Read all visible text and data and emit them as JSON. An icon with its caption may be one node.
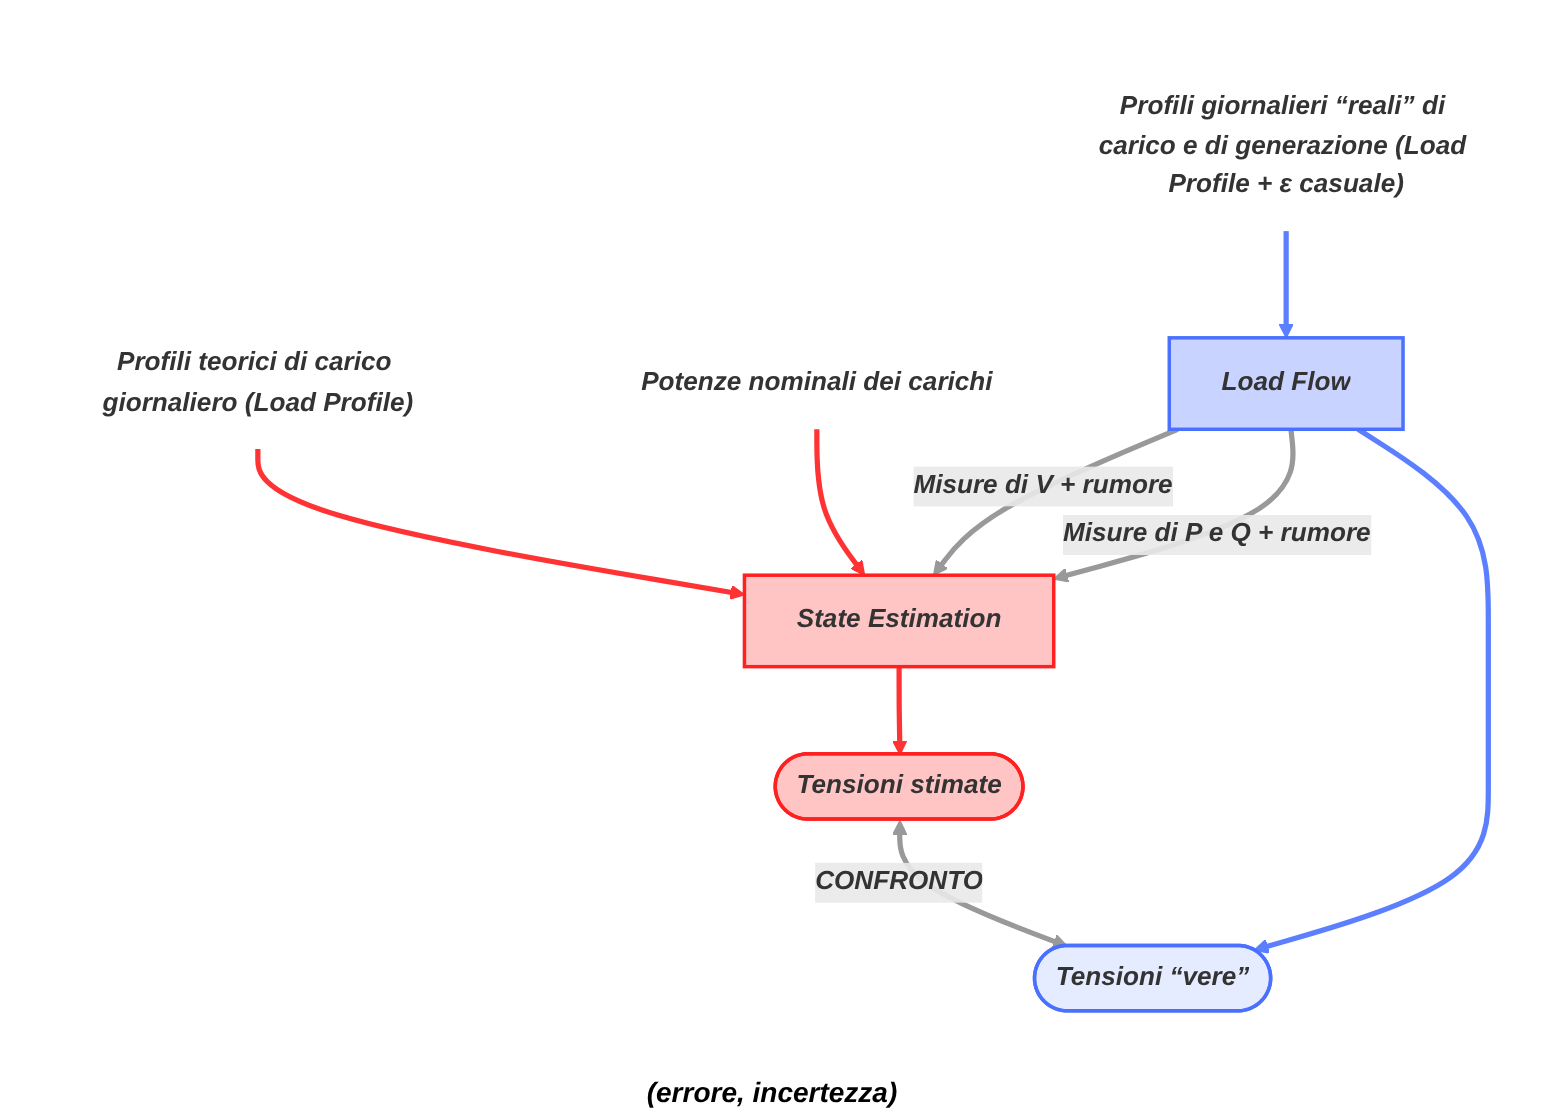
{
  "diagram": {
    "nodes": [
      {
        "text": [
          "Profili teorici di carico giornaliero (Load Profile)"
        ]
      },
      {
        "text": [
          "Potenze nominali dei carichi"
        ]
      },
      {
        "text": [
          "Profili giornalieri “reali” di carico e di generazione (Load Profile + ε casuale)"
        ]
      },
      {
        "text": [
          "State Estimation"
        ]
      },
      {
        "text": [
          "Load Flow"
        ]
      },
      {
        "text": [
          "Tensioni stimate"
        ]
      },
      {
        "text": [
          "Tensioni “vere”"
        ]
      }
    ],
    "edges": [
      {
        "from": 0,
        "to": 3,
        "arrow": "to",
        "color": "#ff3333"
      },
      {
        "from": 1,
        "to": 3,
        "arrow": "to",
        "color": "#ff3333"
      },
      {
        "from": 2,
        "to": 4,
        "arrow": "to",
        "color": "#5b7fff"
      },
      {
        "from": 4,
        "to": 3,
        "arrow": "to",
        "label": "Misure di V + rumore",
        "color": "#999999"
      },
      {
        "from": 4,
        "to": 3,
        "arrow": "to",
        "label": "Misure di P e Q + rumore",
        "color": "#999999"
      },
      {
        "from": 3,
        "to": 5,
        "arrow": "to",
        "color": "#ff3333"
      },
      {
        "from": 4,
        "to": 6,
        "arrow": "to",
        "color": "#5b7fff"
      },
      {
        "from": 5,
        "to": 6,
        "arrow": "both",
        "label": "CONFRONTO",
        "color": "#999999"
      }
    ],
    "labels": [
      "(errore, incertezza)"
    ]
  }
}
